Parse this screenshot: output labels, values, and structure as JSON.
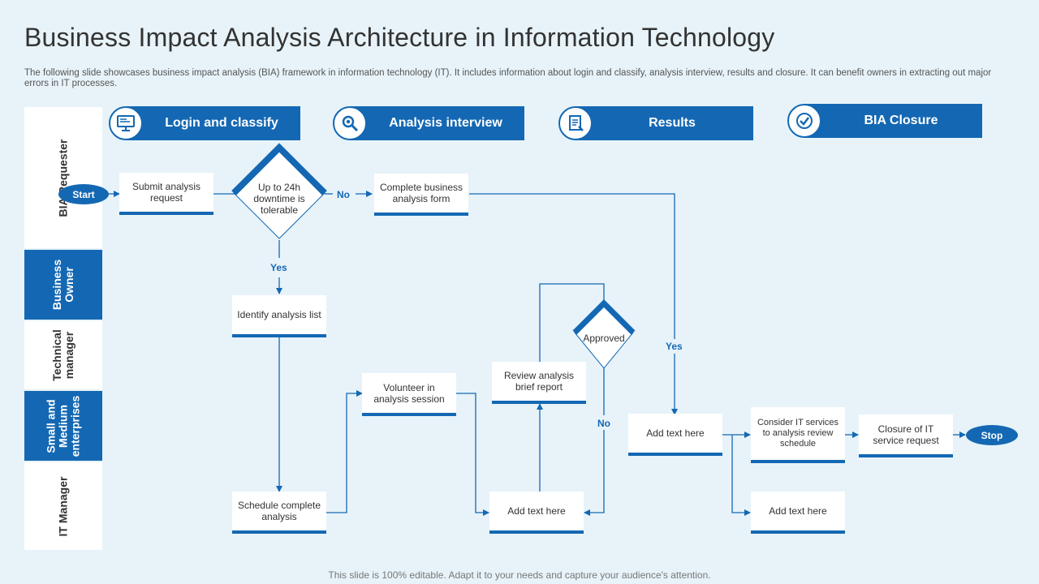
{
  "page": {
    "title": "Business Impact Analysis Architecture in Information Technology",
    "subtitle": "The following slide showcases business impact analysis (BIA) framework in information technology (IT).  It includes information about login and classify, analysis interview, results and closure. It can benefit owners in extracting out major errors in IT processes.",
    "footer": "This slide is 100% editable. Adapt it to your needs and capture your audience's attention."
  },
  "lanes": [
    {
      "label": "BIA Requester"
    },
    {
      "label": "Business Owner"
    },
    {
      "label": "Technical manager"
    },
    {
      "label": "Small and Medium enterprises"
    },
    {
      "label": "IT Manager"
    }
  ],
  "stages": [
    {
      "label": "Login and classify",
      "icon": "computer-icon"
    },
    {
      "label": "Analysis interview",
      "icon": "magnifier-icon"
    },
    {
      "label": "Results",
      "icon": "document-icon"
    },
    {
      "label": "BIA Closure",
      "icon": "checkmark-icon"
    }
  ],
  "nodes": {
    "start": "Start",
    "stop": "Stop",
    "submit": "Submit analysis request",
    "downtime": "Up to 24h downtime is tolerable",
    "complete_form": "Complete business analysis form",
    "identify": "Identify analysis list",
    "volunteer": "Volunteer in analysis session",
    "review": "Review analysis brief report",
    "approved": "Approved",
    "schedule": "Schedule complete analysis",
    "add_text_mid": "Add text here",
    "add_text_results": "Add text here",
    "consider": "Consider IT services to analysis review schedule",
    "closure": "Closure of IT service request",
    "add_text_bottom": "Add text here"
  },
  "decision_labels": {
    "no1": "No",
    "yes1": "Yes",
    "yes2": "Yes",
    "no2": "No"
  },
  "colors": {
    "accent": "#1468b3",
    "background": "#e7f3f9"
  }
}
